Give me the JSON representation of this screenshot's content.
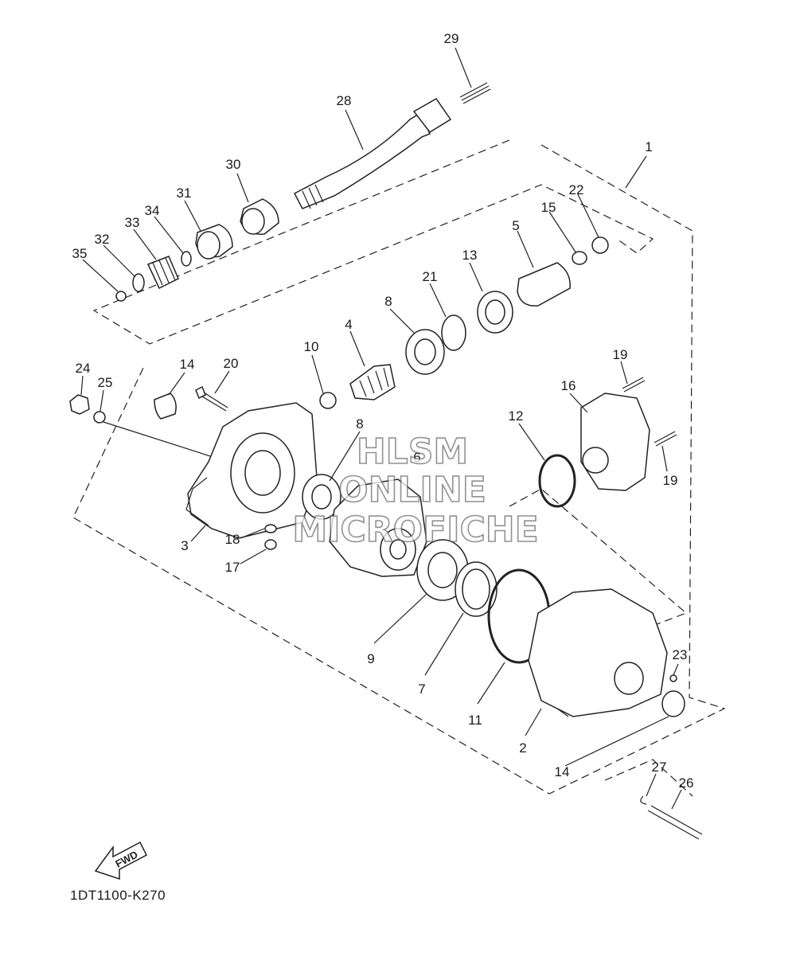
{
  "diagram": {
    "code": "1DT1100-K270",
    "watermark": [
      "HLSM",
      "ONLINE",
      "MICROFICHE"
    ],
    "fwd_label": "FWD",
    "callouts": [
      "29",
      "28",
      "1",
      "30",
      "22",
      "15",
      "31",
      "34",
      "33",
      "5",
      "32",
      "13",
      "35",
      "21",
      "8",
      "4",
      "10",
      "24",
      "14",
      "20",
      "19",
      "25",
      "16",
      "12",
      "6",
      "8",
      "19",
      "3",
      "18",
      "17",
      "9",
      "7",
      "23",
      "11",
      "2",
      "14",
      "27",
      "26"
    ]
  }
}
